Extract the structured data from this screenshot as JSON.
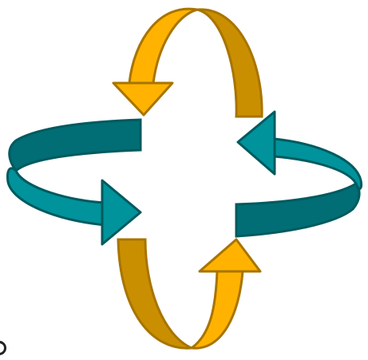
{
  "graphic": {
    "name": "four-arrow-cycle",
    "colors": {
      "teal": "#00939B",
      "teal_dark": "#006E74",
      "teal_outline": "#005A5F",
      "gold": "#FFB300",
      "gold_dark": "#C98F00",
      "gold_outline": "#A87400"
    },
    "arrows": [
      "teal-arrow-left-ring",
      "teal-arrow-right-ring",
      "gold-arrow-top-ring",
      "gold-arrow-bottom-ring"
    ]
  }
}
